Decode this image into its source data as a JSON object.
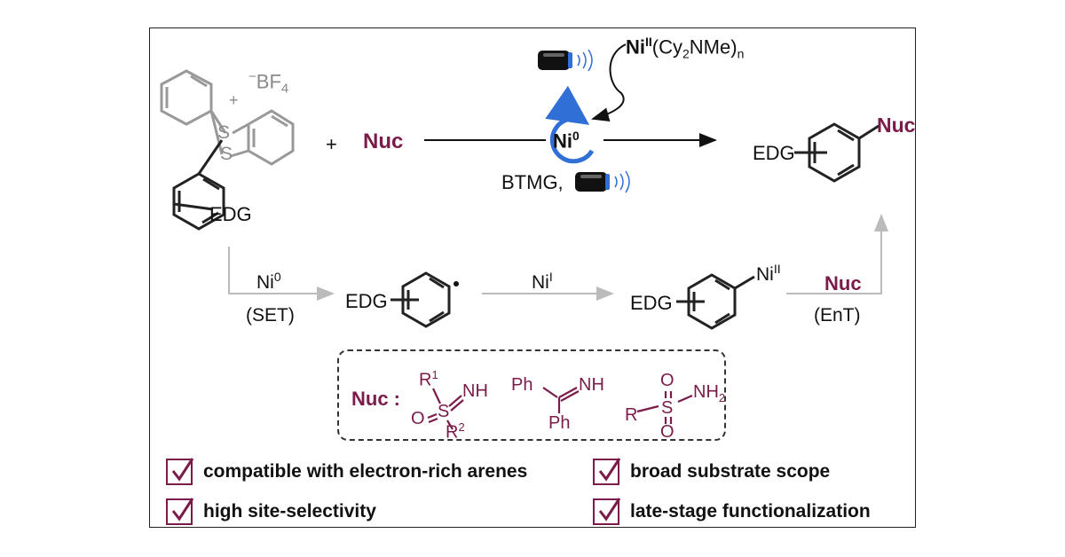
{
  "reagents": {
    "counter_ion": "BF",
    "counter_ion_sub": "4",
    "counter_ion_charge": "−",
    "sulfonium_charge": "+",
    "sulfur_label": "S",
    "edg_label": "EDG",
    "plus_sign": "+",
    "nucleophile": "Nuc"
  },
  "catalyst": {
    "precursor_metal": "Ni",
    "precursor_ox": "II",
    "precursor_ligand_open": "(Cy",
    "precursor_ligand_sub": "2",
    "precursor_ligand_rest": "NMe)",
    "precursor_n": "n",
    "active_metal": "Ni",
    "active_ox": "0",
    "base_label": "BTMG,"
  },
  "product": {
    "edg_label": "EDG",
    "nuc_label": "Nuc"
  },
  "mechanism": {
    "step1_reagent": "Ni",
    "step1_ox": "0",
    "step1_note": "(SET)",
    "radical_edg": "EDG",
    "step2_reagent": "Ni",
    "step2_ox": "I",
    "aryl_ni_edg": "EDG",
    "aryl_ni_metal": "Ni",
    "aryl_ni_ox": "II",
    "step3_reagent": "Nuc",
    "step3_note": "(EnT)"
  },
  "nucleophiles": {
    "label": "Nuc :",
    "sulfoximine": {
      "r1": "R",
      "r1_sup": "1",
      "r2": "R",
      "r2_sup": "2",
      "s": "S",
      "o": "O",
      "nh": "NH"
    },
    "imine": {
      "ph_top": "Ph",
      "ph_bottom": "Ph",
      "nh": "NH"
    },
    "sulfonamide": {
      "r": "R",
      "s": "S",
      "o_top": "O",
      "o_bottom": "O",
      "nh2": "NH",
      "nh2_sub": "2"
    }
  },
  "features": [
    "compatible with electron-rich arenes",
    "high site-selectivity",
    "broad substrate scope",
    "late-stage functionalization"
  ],
  "colors": {
    "maroon": "#7a1c4a",
    "blue": "#2f6fd6",
    "gray": "#9a9a9a"
  }
}
